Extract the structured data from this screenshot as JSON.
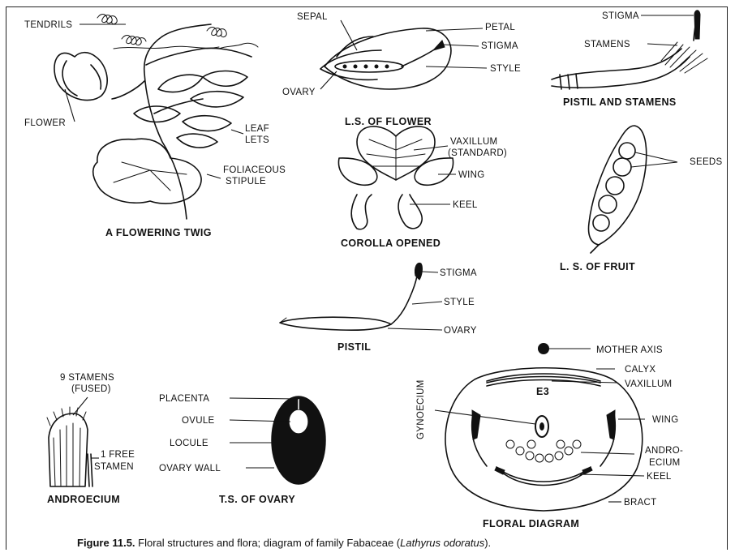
{
  "twig": {
    "title": "A FLOWERING TWIG",
    "labels": {
      "tendrils": "TENDRILS",
      "flower": "FLOWER",
      "leaflets_1": "LEAF",
      "leaflets_2": "LETS",
      "stipule_1": "FOLIACEOUS",
      "stipule_2": "STIPULE"
    }
  },
  "flower_ls": {
    "title": "L.S. OF FLOWER",
    "labels": {
      "sepal": "SEPAL",
      "petal": "PETAL",
      "stigma": "STIGMA",
      "style": "STYLE",
      "ovary": "OVARY"
    }
  },
  "pistil_stamens": {
    "title": "PISTIL AND STAMENS",
    "labels": {
      "stigma": "STIGMA",
      "stamens": "STAMENS"
    }
  },
  "corolla": {
    "title": "COROLLA OPENED",
    "labels": {
      "vexillum_1": "VAXILLUM",
      "vexillum_2": "(STANDARD)",
      "wing": "WING",
      "keel": "KEEL"
    }
  },
  "fruit": {
    "title": "L. S. OF FRUIT",
    "labels": {
      "seeds": "SEEDS"
    }
  },
  "pistil": {
    "title": "PISTIL",
    "labels": {
      "stigma": "STIGMA",
      "style": "STYLE",
      "ovary": "OVARY"
    }
  },
  "androecium": {
    "title": "ANDROECIUM",
    "labels": {
      "fused_1": "9 STAMENS",
      "fused_2": "(FUSED)",
      "free_1": "1 FREE",
      "free_2": "STAMEN"
    }
  },
  "ovary_ts": {
    "title": "T.S. OF OVARY",
    "labels": {
      "placenta": "PLACENTA",
      "ovule": "OVULE",
      "locule": "LOCULE",
      "ovary_wall": "OVARY WALL"
    }
  },
  "floral_diagram": {
    "title": "FLORAL DIAGRAM",
    "labels": {
      "gynoecium": "GYNOECIUM",
      "mother_axis": "MOTHER AXIS",
      "calyx": "CALYX",
      "vexillum": "VAXILLUM",
      "wing": "WING",
      "androecium_1": "ANDRO-",
      "androecium_2": "ECIUM",
      "keel": "KEEL",
      "bract": "BRACT"
    }
  },
  "caption": {
    "figure_no": "Figure 11.5.",
    "text": " Floral structures and flora; diagram of family Fabaceae (",
    "species": "Lathyrus odoratus",
    "end": ")."
  }
}
